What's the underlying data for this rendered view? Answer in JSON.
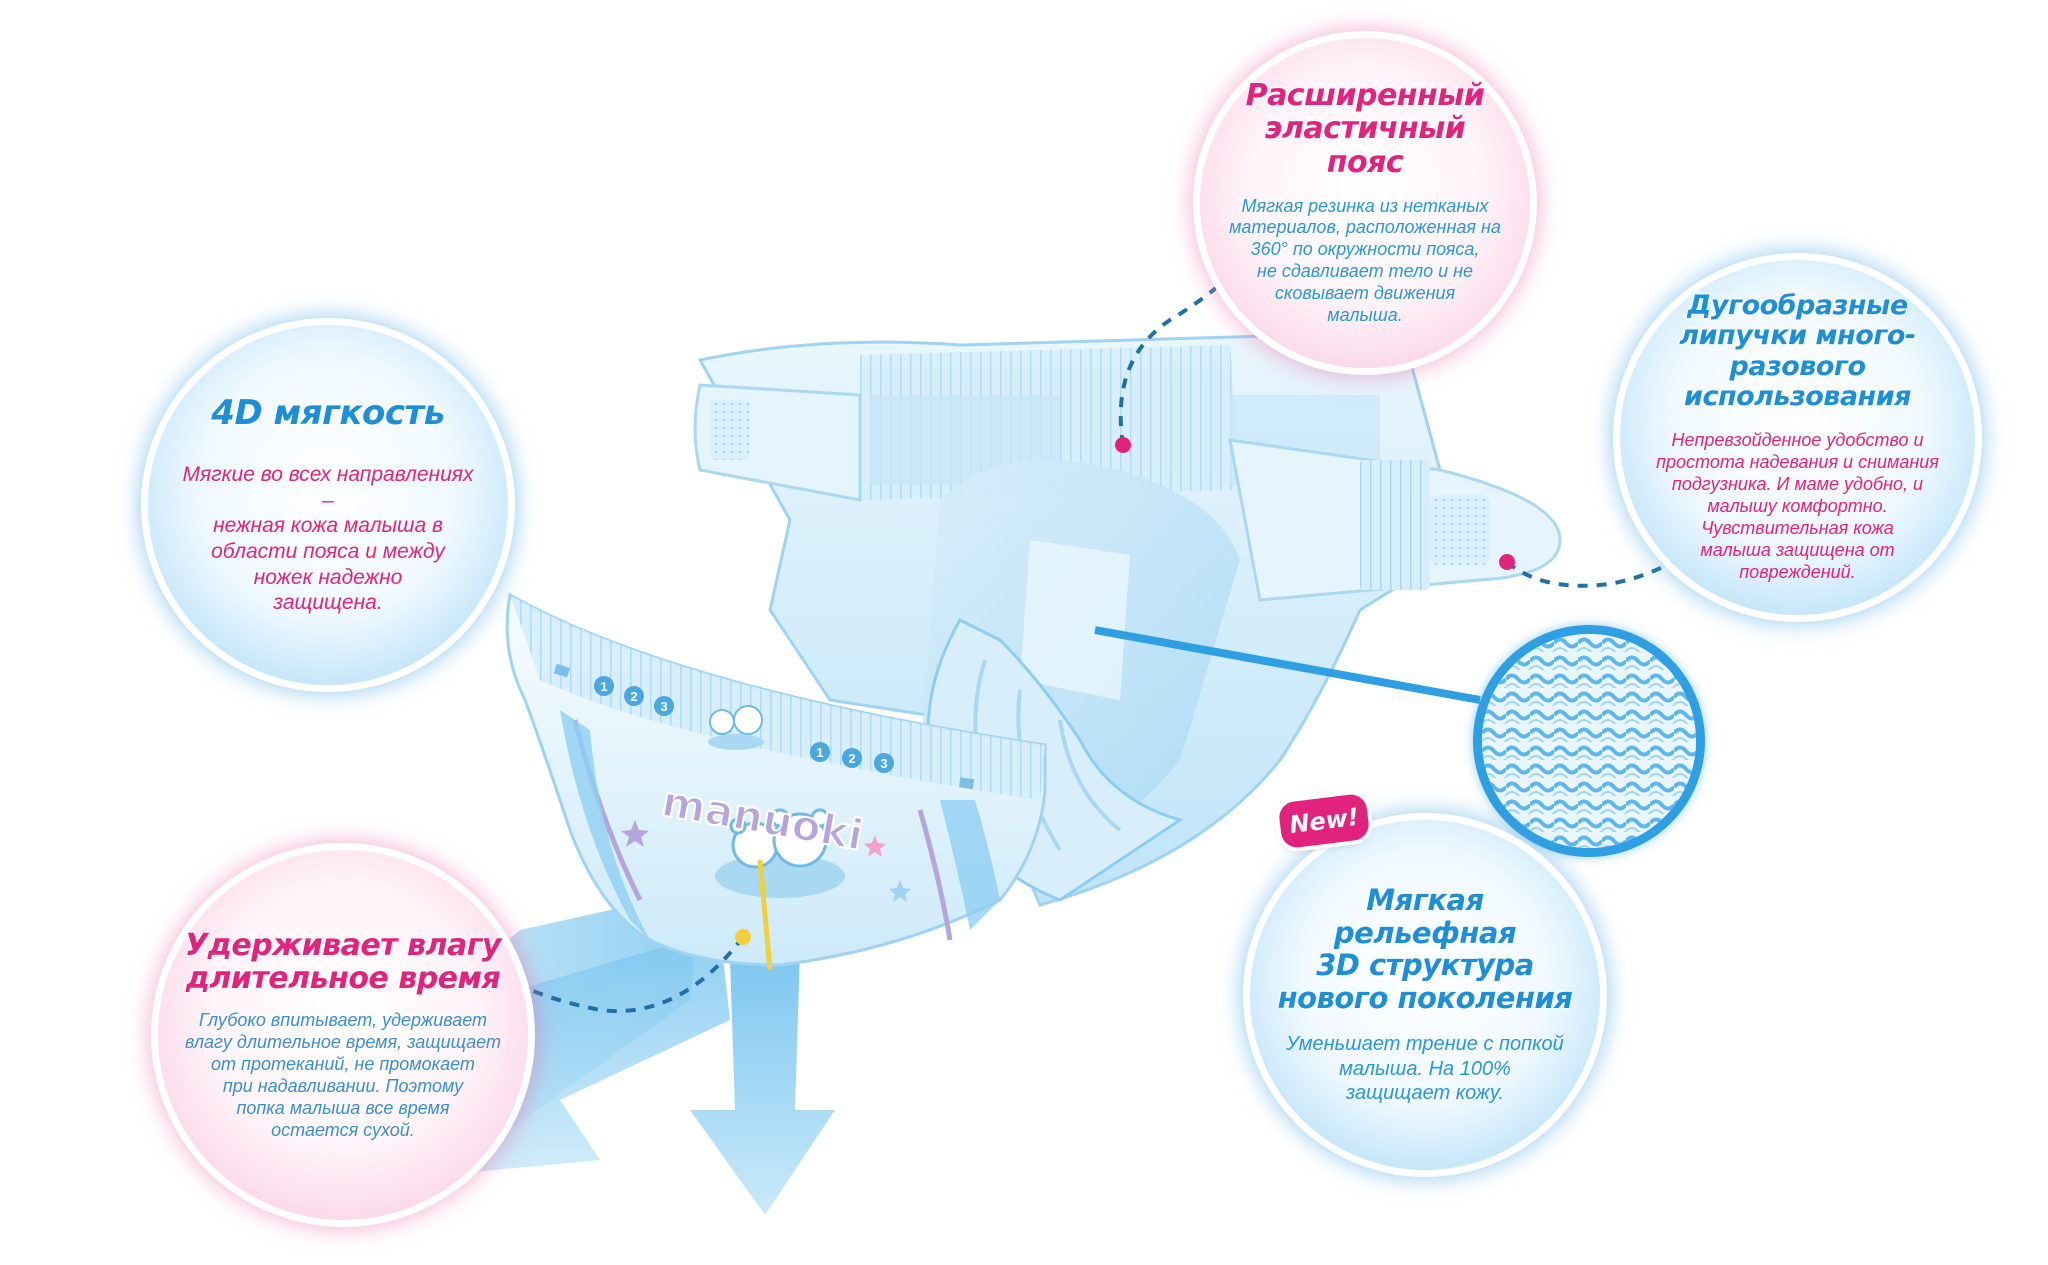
{
  "brand": "manuoki",
  "colors": {
    "pink": "#e2237e",
    "blue": "#1c8fd8",
    "light_blue": "#b9e1f8",
    "light_pink": "#fad1e4"
  },
  "badge": {
    "label": "New!"
  },
  "features": {
    "softness": {
      "title_lines": [
        "4D мягкость"
      ],
      "desc_lines": [
        "Мягкие во всех направлениях –",
        "нежная кожа малыша в",
        "области пояса и между",
        "ножек надежно",
        "защищена."
      ]
    },
    "belt": {
      "title_lines": [
        "Расширенный",
        "эластичный пояс"
      ],
      "desc_lines": [
        "Мягкая резинка из нетканых",
        "материалов, расположенная на",
        "360° по окружности пояса,",
        "не сдавливает тело и не",
        "сковывает движения",
        "малыша."
      ]
    },
    "velcro": {
      "title_lines": [
        "Дугообразные",
        "липучки много-",
        "разового использования"
      ],
      "desc_lines": [
        "Непревзойденное удобство и",
        "простота надевания и снимания",
        "подгузника. И маме удобно, и",
        "малышу комфортно.",
        "Чувствительная кожа",
        "малыша защищена от",
        "повреждений."
      ]
    },
    "moisture": {
      "title_lines": [
        "Удерживает влагу",
        "длительное время"
      ],
      "desc_lines": [
        "Глубоко впитывает, удерживает",
        "влагу длительное время, защищает",
        "от протеканий, не промокает",
        "при надавливании. Поэтому",
        "попка малыша все время",
        "остается сухой."
      ]
    },
    "structure": {
      "title_lines": [
        "Мягкая рельефная",
        "3D структура",
        "нового поколения"
      ],
      "desc_lines": [
        "Уменьшает трение с попкой",
        "малыша. На 100%",
        "защищает кожу."
      ]
    }
  },
  "diaper_print": {
    "numbers": [
      "1",
      "2",
      "3"
    ]
  }
}
